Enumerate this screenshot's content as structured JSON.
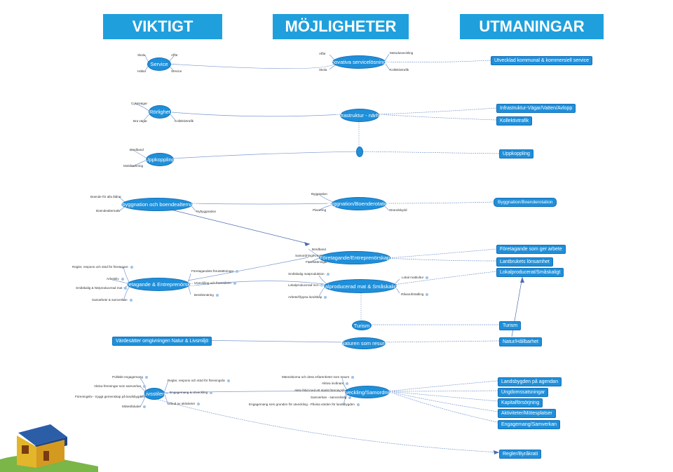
{
  "headers": {
    "viktigt": "VIKTIGT",
    "mojligheter": "MÖJLIGHETER",
    "utmaningar": "UTMANINGAR"
  },
  "r1": {
    "skola": "Skola",
    "affar": "Affär",
    "halsa": "Hälsa",
    "service_oval": "Service",
    "service_t": "Service",
    "m_affar": "Affär",
    "metod": "Metodutveckling",
    "innovativa": "Innovativa servicelösningar",
    "m_skola": "Skola",
    "kollektiv": "Kollektivtrafik",
    "u_service": "Utvecklad kommunal & kommersiell service"
  },
  "r2": {
    "cykel": "Cykelvägar",
    "rorlighet": "Rörlighet",
    "bra": "Bra vägar",
    "koll": "Kollektivtrafik",
    "infra": "Infrastruktur - närhet",
    "u_infra": "Infrastruktur-Vägar/Vatten/Avlopp",
    "u_koll": "Kollektivtrafik"
  },
  "r3": {
    "bredband": "Bredband",
    "uppkoppling": "Uppkoppling",
    "mobil": "Mobiltäckning",
    "u_upp": "Uppkoppling"
  },
  "r4": {
    "boende": "Boende för alla åldrar",
    "nybygg_oval": "Nybyggnation och boendealternativ",
    "boendealt": "Boendealternativ",
    "nybygg": "Nybyggnation",
    "bygg": "Byggnation",
    "bygg_oval": "Byggnation/Boenderotation",
    "plac": "Placering",
    "strand": "Strandskydd",
    "u_bygg": "Byggnation/Boenderotation"
  },
  "r5": {
    "regler": "Regler, respons och stöd för företagare",
    "arbetsliv": "Arbetsliv",
    "smaskalig": "Småskalig & Närproducerad mat",
    "samarbete": "Samarbete & samverkan",
    "foretag_oval": "Företagande & Entreprenörskap",
    "forutsattningar": "Företagandets förutsättningar",
    "utveckling": "Utveckling och framtidstro",
    "besok": "Besöksnäring",
    "bredband": "Bredband",
    "samordning": "Samordning/Kreativitet",
    "forutsatt2": "Förutsättningar",
    "foretag_ent": "Företagande/Entreprenörskap",
    "smaskalig_prod": "Småskalig matproduktion",
    "lokalprod": "Lokalproducerad mat",
    "arbete_oppen": "Arbete/Öppna landskap",
    "lokal_oval": "Lokalproducerad mat & Småskalighet",
    "lokal_matkultur": "Lokal matkultur",
    "ravaru": "Råvaruförädling",
    "u_foretag": "Företagande som ger arbete",
    "u_lantbruk": "Lantbrukets lönsamhet",
    "u_lokal": "Lokalproducerat/Småskaligt"
  },
  "r6": {
    "turism": "Turism",
    "varde": "Värdesätter omgivningen Natur & Livsmiljö",
    "naturen": "Naturen som resurs",
    "u_turism": "Turism",
    "u_natur": "Natur/Hållbarhet"
  },
  "r7": {
    "politiskt": "Politiskt engagemang",
    "aktiva": "Aktiva föreningar som samverkar",
    "foreningsliv": "Föreningsliv - tryggt gemenskap på landsbygden",
    "motes": "Mötesllokaler",
    "livsstilen": "Livsstilen",
    "regler2": "Regler, respons och stöd för föreningsliv",
    "engagemang": "Engagemang & Utveckling",
    "utbud": "Utbud av aktiviteter",
    "manniskorna": "Människorna och dess erfarenheter som resurs",
    "aktiva_inv": "Aktiva invånare",
    "aktiv_fritid": "Aktiv fritid med ett starkt föreningsliv",
    "samverkan": "Samverkan - samordning",
    "eng_grund": "Engagemang som grunden för utveckling - Påvisa värden för landsbygden",
    "utv_oval": "Utveckling/Samordning",
    "u_landsbygd": "Landsbygden på agendan",
    "u_ungdom": "Ungdomssatsningar",
    "u_kapital": "Kapitalförsörjning",
    "u_aktiviteter": "Aktiviteter/Mötesplatser",
    "u_engagemang": "Engagemang/Samverkan",
    "u_regler": "Regler/Byråkrati"
  },
  "colors": {
    "header": "#1fa0dd",
    "node": "#1f8fd9",
    "line": "#7a9ad0"
  }
}
